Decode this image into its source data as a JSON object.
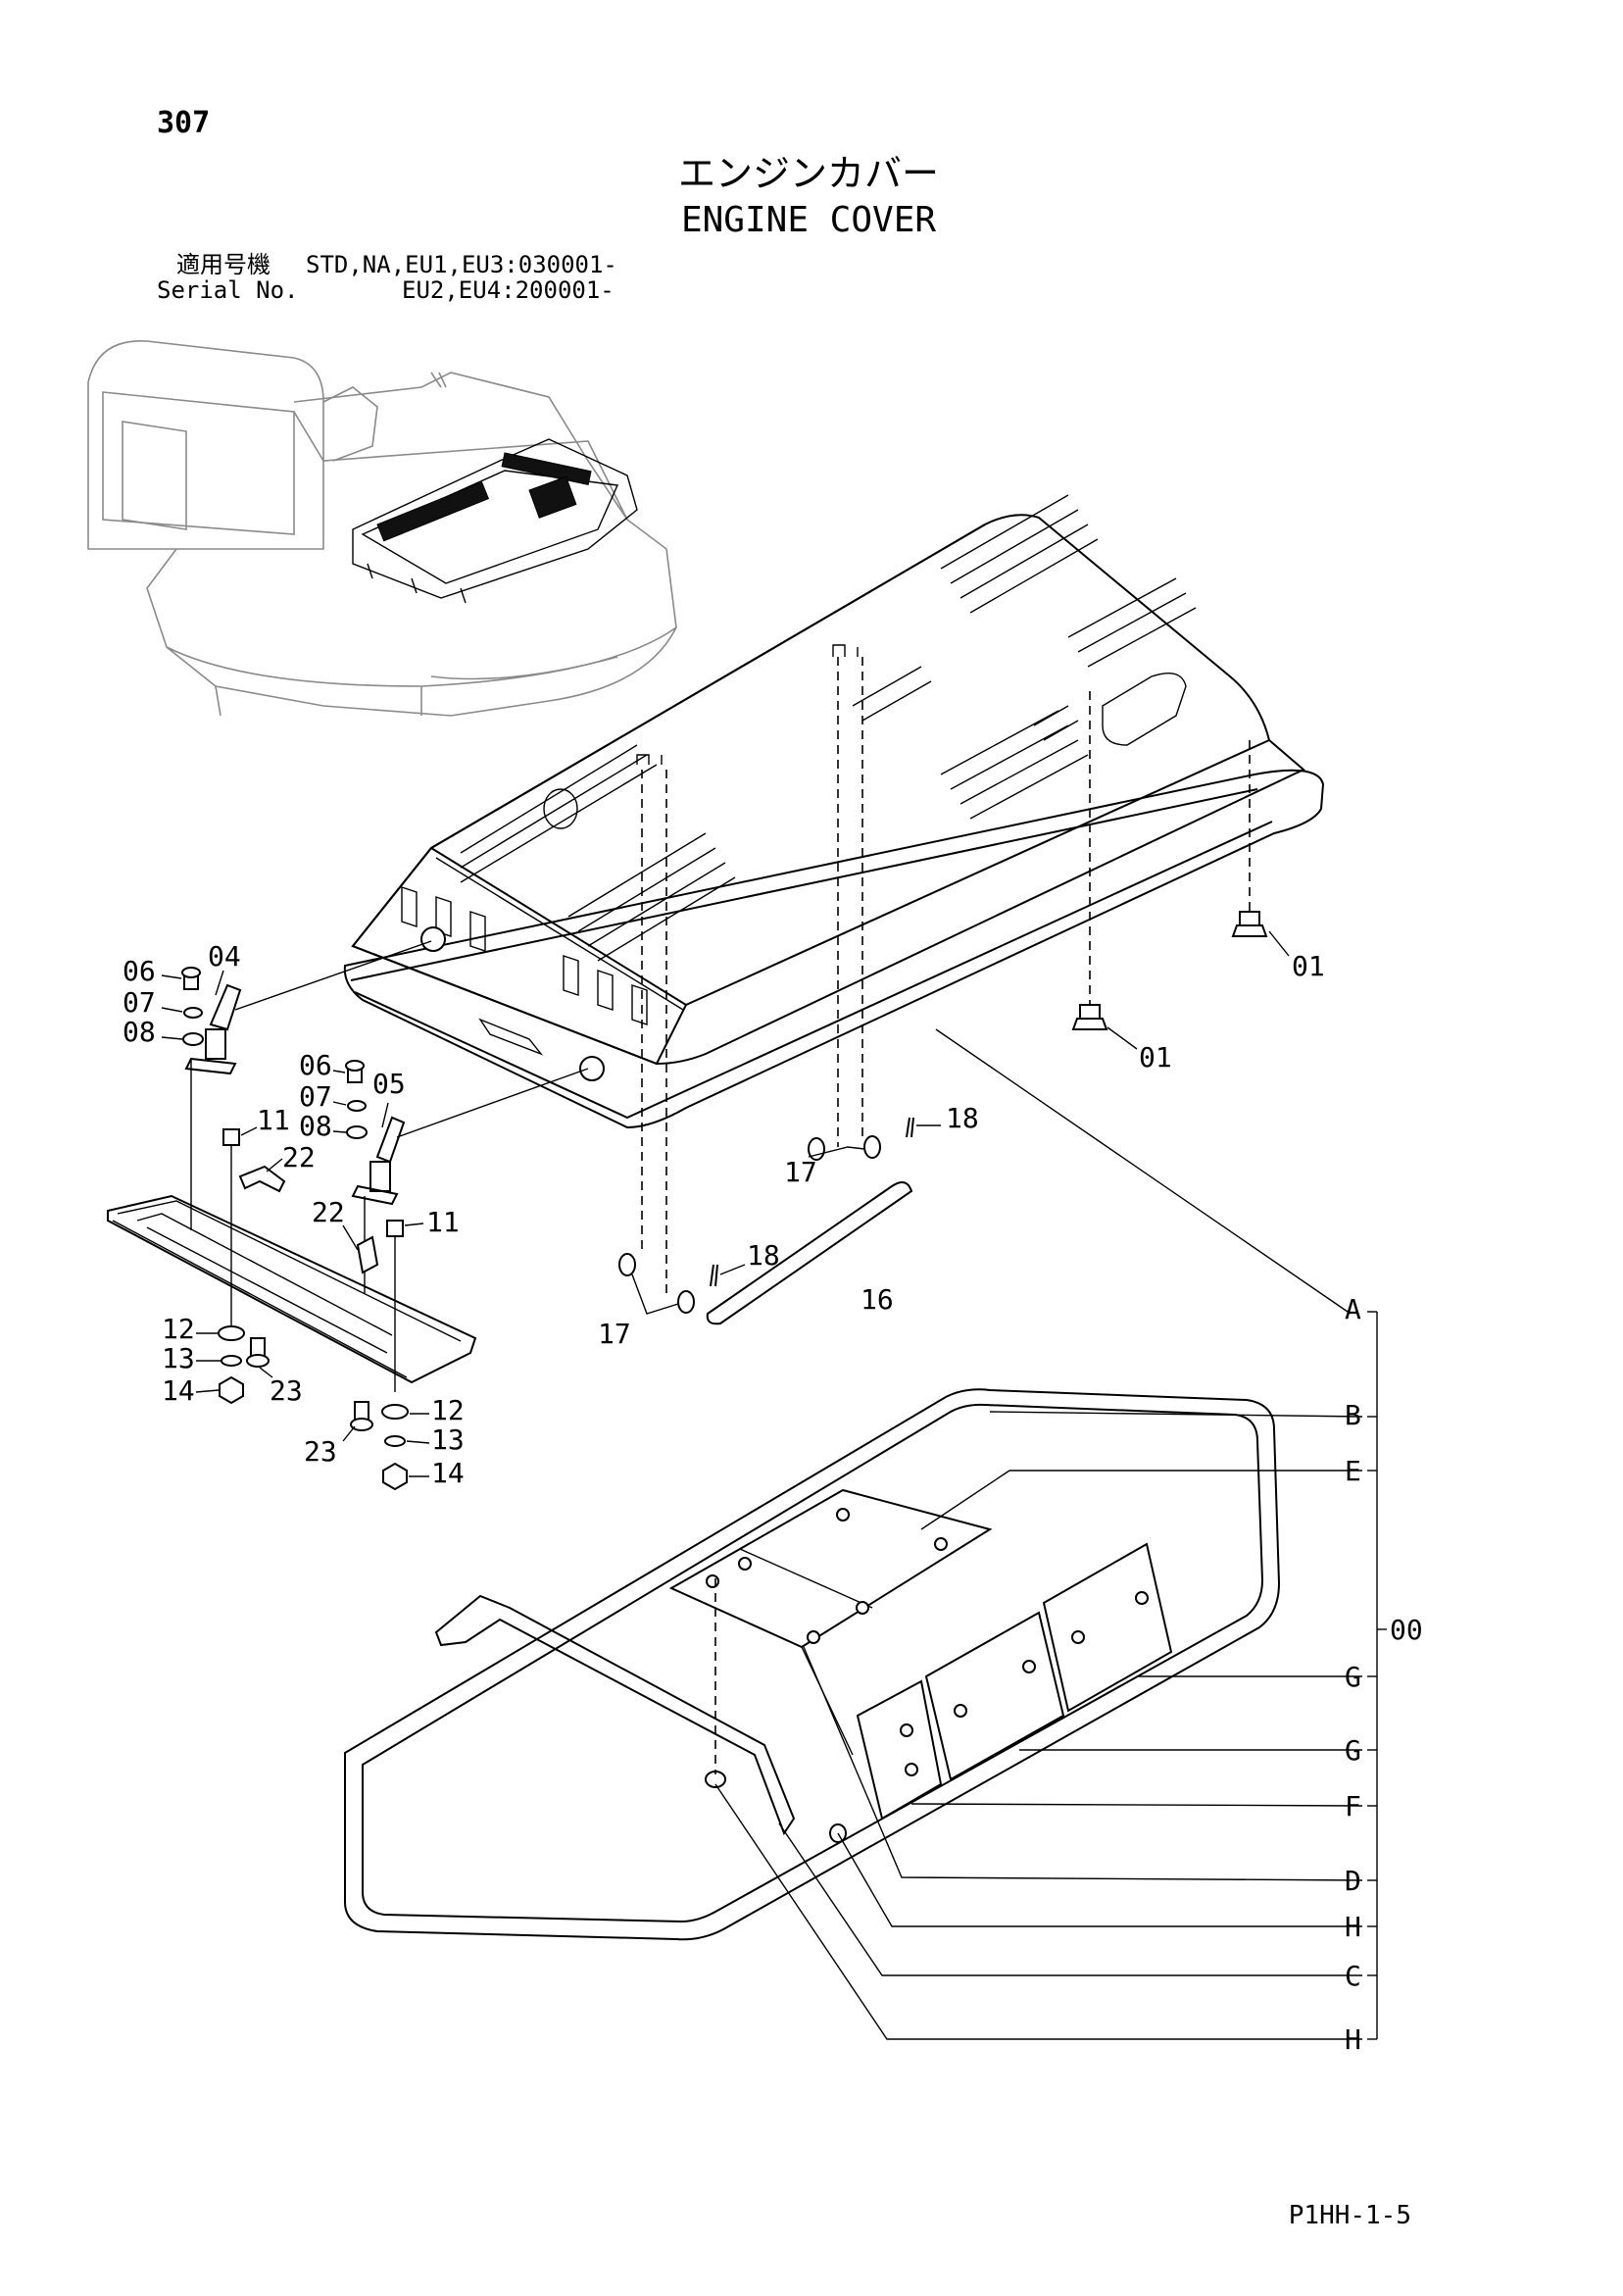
{
  "header": {
    "page_number": "307",
    "title_jp": "エンジンカバー",
    "title_en": "ENGINE COVER",
    "serial_label_jp": "適用号機",
    "serial_label_en": "Serial No.",
    "serial_line1": "STD,NA,EU1,EU3:030001-",
    "serial_line2": "EU2,EU4:200001-"
  },
  "callouts": {
    "c01a": "01",
    "c01b": "01",
    "c04": "04",
    "c05": "05",
    "c06a": "06",
    "c06b": "06",
    "c07a": "07",
    "c07b": "07",
    "c08a": "08",
    "c08b": "08",
    "c11a": "11",
    "c11b": "11",
    "c12a": "12",
    "c12b": "12",
    "c13a": "13",
    "c13b": "13",
    "c14a": "14",
    "c14b": "14",
    "c16": "16",
    "c17a": "17",
    "c17b": "17",
    "c18a": "18",
    "c18b": "18",
    "c22a": "22",
    "c22b": "22",
    "c23a": "23",
    "c23b": "23"
  },
  "assembly": {
    "group_label": "00",
    "letters": {
      "A": "A",
      "B": "B",
      "E": "E",
      "G1": "G",
      "G2": "G",
      "F": "F",
      "D": "D",
      "H1": "H",
      "C": "C",
      "H2": "H"
    }
  },
  "footer": {
    "code": "P1HH-1-5"
  }
}
